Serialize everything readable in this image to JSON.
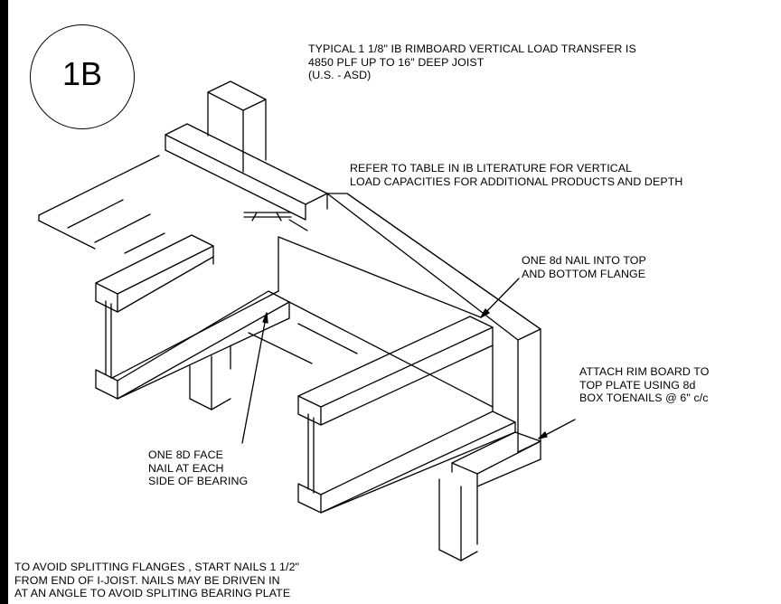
{
  "detail_id": "1B",
  "notes": {
    "load_transfer": [
      "TYPICAL 1 1/8\" IB RIMBOARD VERTICAL LOAD TRANSFER IS",
      "4850 PLF UP TO 16\" DEEP JOIST",
      "(U.S. - ASD)"
    ],
    "refer_table": [
      "REFER TO TABLE IN IB LITERATURE FOR VERTICAL",
      "LOAD CAPACITIES FOR ADDITIONAL PRODUCTS AND DEPTH"
    ],
    "flange_nail": [
      "ONE 8d NAIL INTO TOP",
      "AND BOTTOM FLANGE"
    ],
    "rim_attach": [
      "ATTACH RIM BOARD TO",
      "TOP PLATE USING 8d",
      "BOX TOENAILS @ 6\" c/c"
    ],
    "face_nail": [
      "ONE 8D FACE",
      "NAIL AT EACH",
      "SIDE OF BEARING"
    ],
    "splitting": [
      "TO AVOID SPLITTING FLANGES , START NAILS 1 1/2\"",
      "FROM END OF I-JOIST. NAILS MAY BE DRIVEN IN",
      "AT AN ANGLE TO AVOID SPLITING BEARING PLATE"
    ]
  }
}
